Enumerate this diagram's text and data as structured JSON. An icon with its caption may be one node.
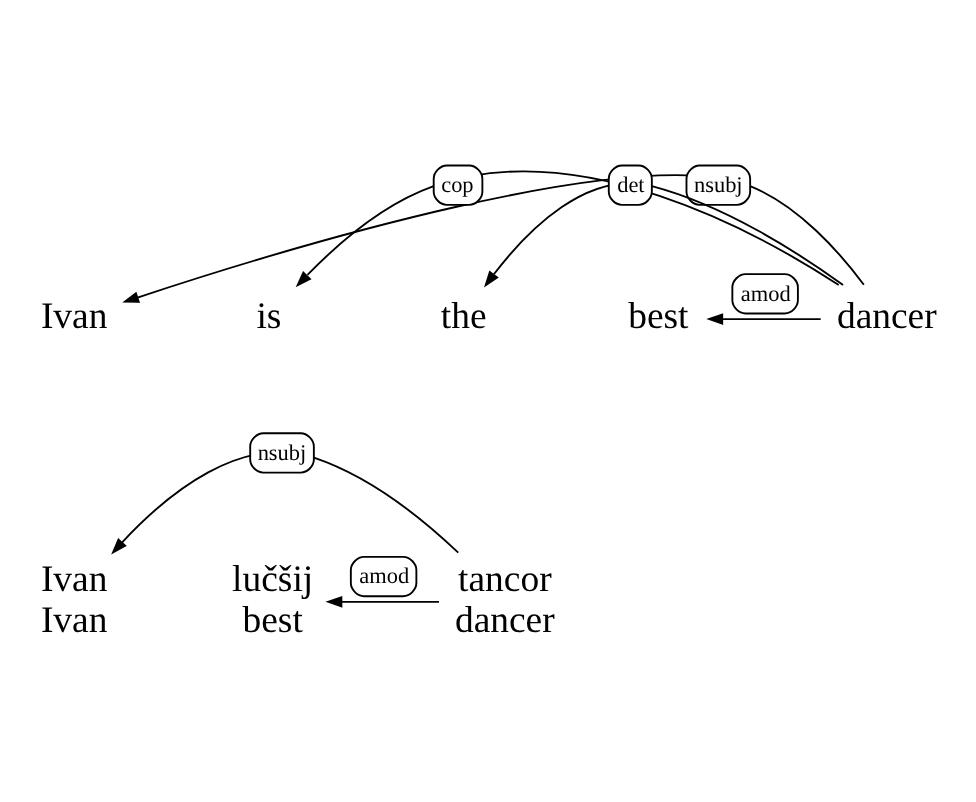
{
  "diagram": {
    "nodes": [
      {
        "text": [
          "Ivan"
        ]
      },
      {
        "text": [
          "is"
        ]
      },
      {
        "text": [
          "the"
        ]
      },
      {
        "text": [
          "best"
        ]
      },
      {
        "text": [
          "dancer"
        ]
      },
      {
        "text": [
          "Ivan",
          "Ivan"
        ]
      },
      {
        "text": [
          "lučšij",
          "best"
        ]
      },
      {
        "text": [
          "tancor",
          "dancer"
        ]
      }
    ],
    "edges": [
      {
        "from": 4,
        "to": 0,
        "arrow": "to",
        "label": "nsubj"
      },
      {
        "from": 4,
        "to": 1,
        "arrow": "to",
        "label": "cop"
      },
      {
        "from": 4,
        "to": 2,
        "arrow": "to",
        "label": "det"
      },
      {
        "from": 4,
        "to": 3,
        "arrow": "to",
        "label": "amod"
      },
      {
        "from": 7,
        "to": 5,
        "arrow": "to",
        "label": "nsubj"
      },
      {
        "from": 7,
        "to": 6,
        "arrow": "to",
        "label": "amod"
      }
    ]
  }
}
